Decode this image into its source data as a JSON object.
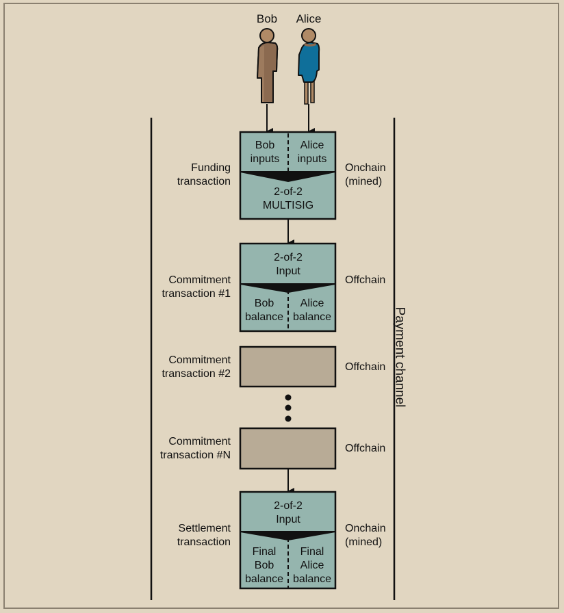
{
  "colors": {
    "background": "#e1d6c1",
    "teal_box": "#95b5ae",
    "gray_box": "#b8ab96",
    "stroke": "#111111",
    "bob_body": "#8b6a50",
    "bob_shade": "#9d7b5e",
    "alice_dress": "#0f6f9a",
    "skin": "#b08a66"
  },
  "people": [
    {
      "name": "Bob",
      "icon": "person-man-icon"
    },
    {
      "name": "Alice",
      "icon": "person-woman-icon"
    }
  ],
  "channel_label": "Payment channel",
  "transactions": [
    {
      "id": "funding",
      "left_label": [
        "Funding",
        "transaction"
      ],
      "right_label": [
        "Onchain",
        "(mined)"
      ],
      "top_cells": [
        [
          "Bob",
          "inputs"
        ],
        [
          "Alice",
          "inputs"
        ]
      ],
      "bottom_text": [
        "2-of-2",
        "MULTISIG"
      ]
    },
    {
      "id": "commitment-1",
      "left_label": [
        "Commitment",
        "transaction #1"
      ],
      "right_label": [
        "Offchain"
      ],
      "top_text": [
        "2-of-2",
        "Input"
      ],
      "bottom_cells": [
        [
          "Bob",
          "balance"
        ],
        [
          "Alice",
          "balance"
        ]
      ]
    },
    {
      "id": "commitment-2",
      "left_label": [
        "Commitment",
        "transaction #2"
      ],
      "right_label": [
        "Offchain"
      ]
    },
    {
      "id": "commitment-n",
      "left_label": [
        "Commitment",
        "transaction #N"
      ],
      "right_label": [
        "Offchain"
      ]
    },
    {
      "id": "settlement",
      "left_label": [
        "Settlement",
        "transaction"
      ],
      "right_label": [
        "Onchain",
        "(mined)"
      ],
      "top_text": [
        "2-of-2",
        "Input"
      ],
      "bottom_cells": [
        [
          "Final",
          "Bob",
          "balance"
        ],
        [
          "Final",
          "Alice",
          "balance"
        ]
      ]
    }
  ],
  "ellipsis": "⋮"
}
